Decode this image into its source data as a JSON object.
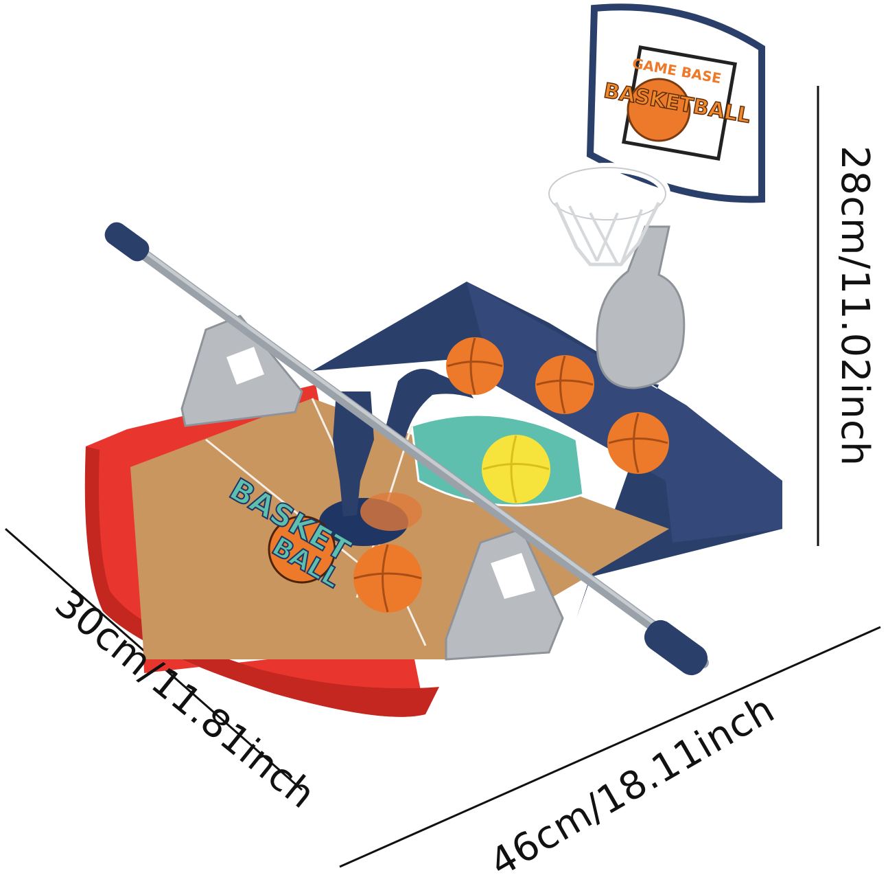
{
  "dimensions": {
    "height": "28cm/11.02inch",
    "depth": "30cm/11.81inch",
    "width": "46cm/18.11inch"
  },
  "product": {
    "backboard_logo_top": "GAME BASE",
    "backboard_logo_main": "BASKETBALL",
    "court_logo_line1": "BASKET",
    "court_logo_line2": "BALL"
  },
  "colors": {
    "base_red": "#e8362f",
    "base_navy": "#2b3f6b",
    "court_wood": "#c9965f",
    "court_teal": "#5fbfae",
    "ball_orange": "#ec7a2a",
    "ball_yellow": "#f6e33c",
    "rod_gray": "#9aa1a8",
    "stand_gray": "#b8bcc0"
  }
}
